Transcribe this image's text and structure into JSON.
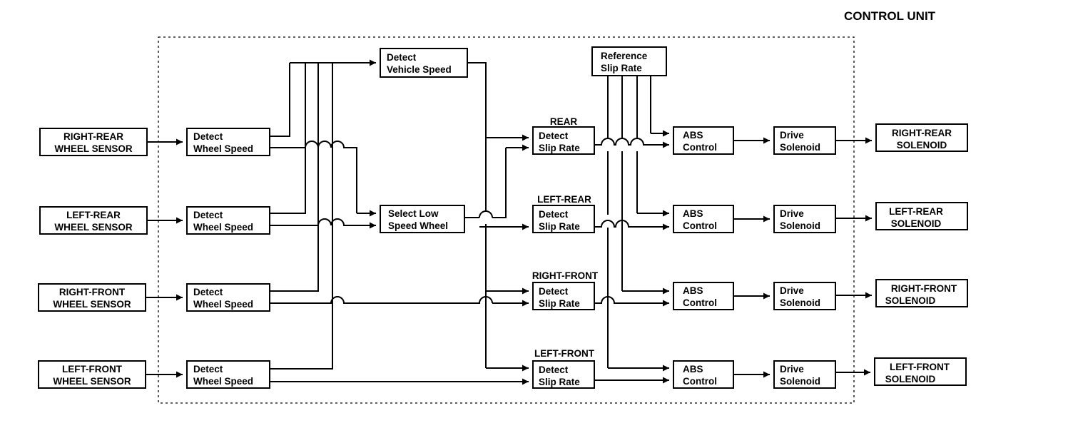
{
  "title": "CONTROL UNIT",
  "wheel_sensors": [
    [
      "RIGHT-REAR",
      "WHEEL SENSOR"
    ],
    [
      "LEFT-REAR",
      "WHEEL SENSOR"
    ],
    [
      "RIGHT-FRONT",
      "WHEEL SENSOR"
    ],
    [
      "LEFT-FRONT",
      "WHEEL SENSOR"
    ]
  ],
  "detect_wheel_speed": [
    "Detect",
    "Wheel Speed"
  ],
  "detect_vehicle_speed": [
    "Detect",
    "Vehicle Speed"
  ],
  "select_low_speed_wheel": [
    "Select Low",
    "Speed Wheel"
  ],
  "reference_slip_rate": [
    "Reference",
    "Slip Rate"
  ],
  "slip_rate_headings": [
    "REAR",
    "LEFT-REAR",
    "RIGHT-FRONT",
    "LEFT-FRONT"
  ],
  "detect_slip_rate": [
    "Detect",
    "Slip Rate"
  ],
  "abs_control": [
    "ABS",
    "Control"
  ],
  "drive_solenoid": [
    "Drive",
    "Solenoid"
  ],
  "solenoids": [
    [
      "RIGHT-REAR",
      "SOLENOID"
    ],
    [
      "LEFT-REAR",
      "SOLENOID"
    ],
    [
      "RIGHT-FRONT",
      "SOLENOID"
    ],
    [
      "LEFT-FRONT",
      "SOLENOID"
    ]
  ]
}
